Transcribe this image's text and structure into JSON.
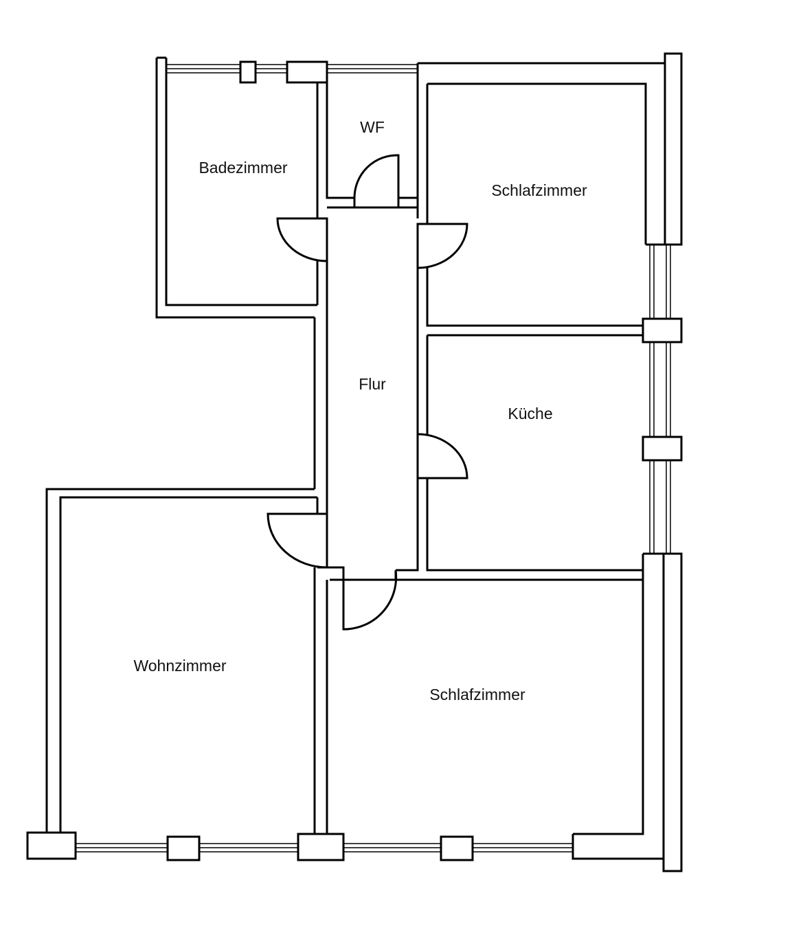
{
  "rooms": {
    "badezimmer": "Badezimmer",
    "wf": "WF",
    "schlafzimmer_oben": "Schlafzimmer",
    "flur": "Flur",
    "kueche": "Küche",
    "wohnzimmer": "Wohnzimmer",
    "schlafzimmer_unten": "Schlafzimmer"
  },
  "colors": {
    "wall": "#000000",
    "background": "#ffffff",
    "text": "#111111"
  }
}
